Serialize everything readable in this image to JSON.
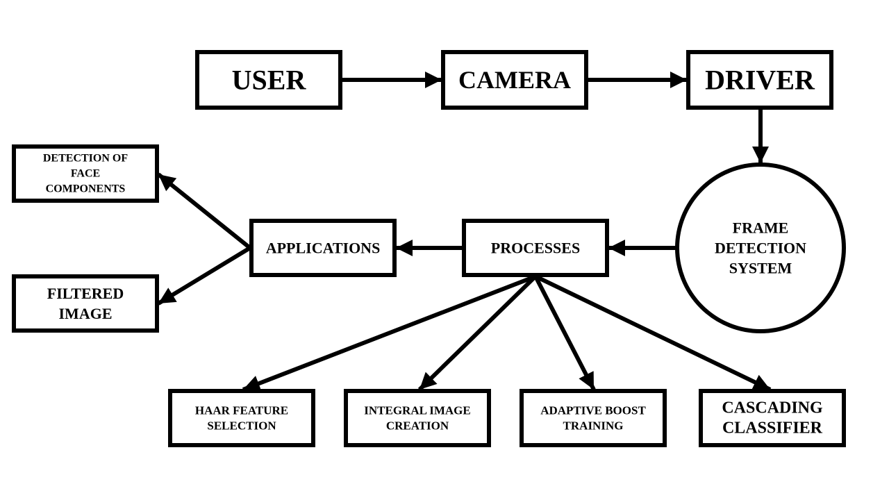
{
  "diagram": {
    "nodes": {
      "user": {
        "label": [
          "USER"
        ]
      },
      "camera": {
        "label": [
          "CAMERA"
        ]
      },
      "driver": {
        "label": [
          "DRIVER"
        ]
      },
      "frame_detection": {
        "label": [
          "FRAME",
          "DETECTION",
          "SYSTEM"
        ]
      },
      "processes": {
        "label": [
          "PROCESSES"
        ]
      },
      "applications": {
        "label": [
          "APPLICATIONS"
        ]
      },
      "face_components": {
        "label": [
          "DETECTION OF",
          "FACE",
          "COMPONENTS"
        ]
      },
      "filtered_image": {
        "label": [
          "FILTERED",
          "IMAGE"
        ]
      },
      "haar": {
        "label": [
          "HAAR FEATURE",
          "SELECTION"
        ]
      },
      "integral": {
        "label": [
          "INTEGRAL IMAGE",
          "CREATION"
        ]
      },
      "adaboost": {
        "label": [
          "ADAPTIVE BOOST",
          "TRAINING"
        ]
      },
      "cascade": {
        "label": [
          "CASCADING",
          "CLASSIFIER"
        ]
      }
    },
    "edges": [
      {
        "from": "user",
        "to": "camera"
      },
      {
        "from": "camera",
        "to": "driver"
      },
      {
        "from": "driver",
        "to": "frame_detection"
      },
      {
        "from": "frame_detection",
        "to": "processes"
      },
      {
        "from": "processes",
        "to": "applications"
      },
      {
        "from": "applications",
        "to": "face_components"
      },
      {
        "from": "applications",
        "to": "filtered_image"
      },
      {
        "from": "processes",
        "to": "haar"
      },
      {
        "from": "processes",
        "to": "integral"
      },
      {
        "from": "processes",
        "to": "adaboost"
      },
      {
        "from": "processes",
        "to": "cascade"
      }
    ]
  }
}
